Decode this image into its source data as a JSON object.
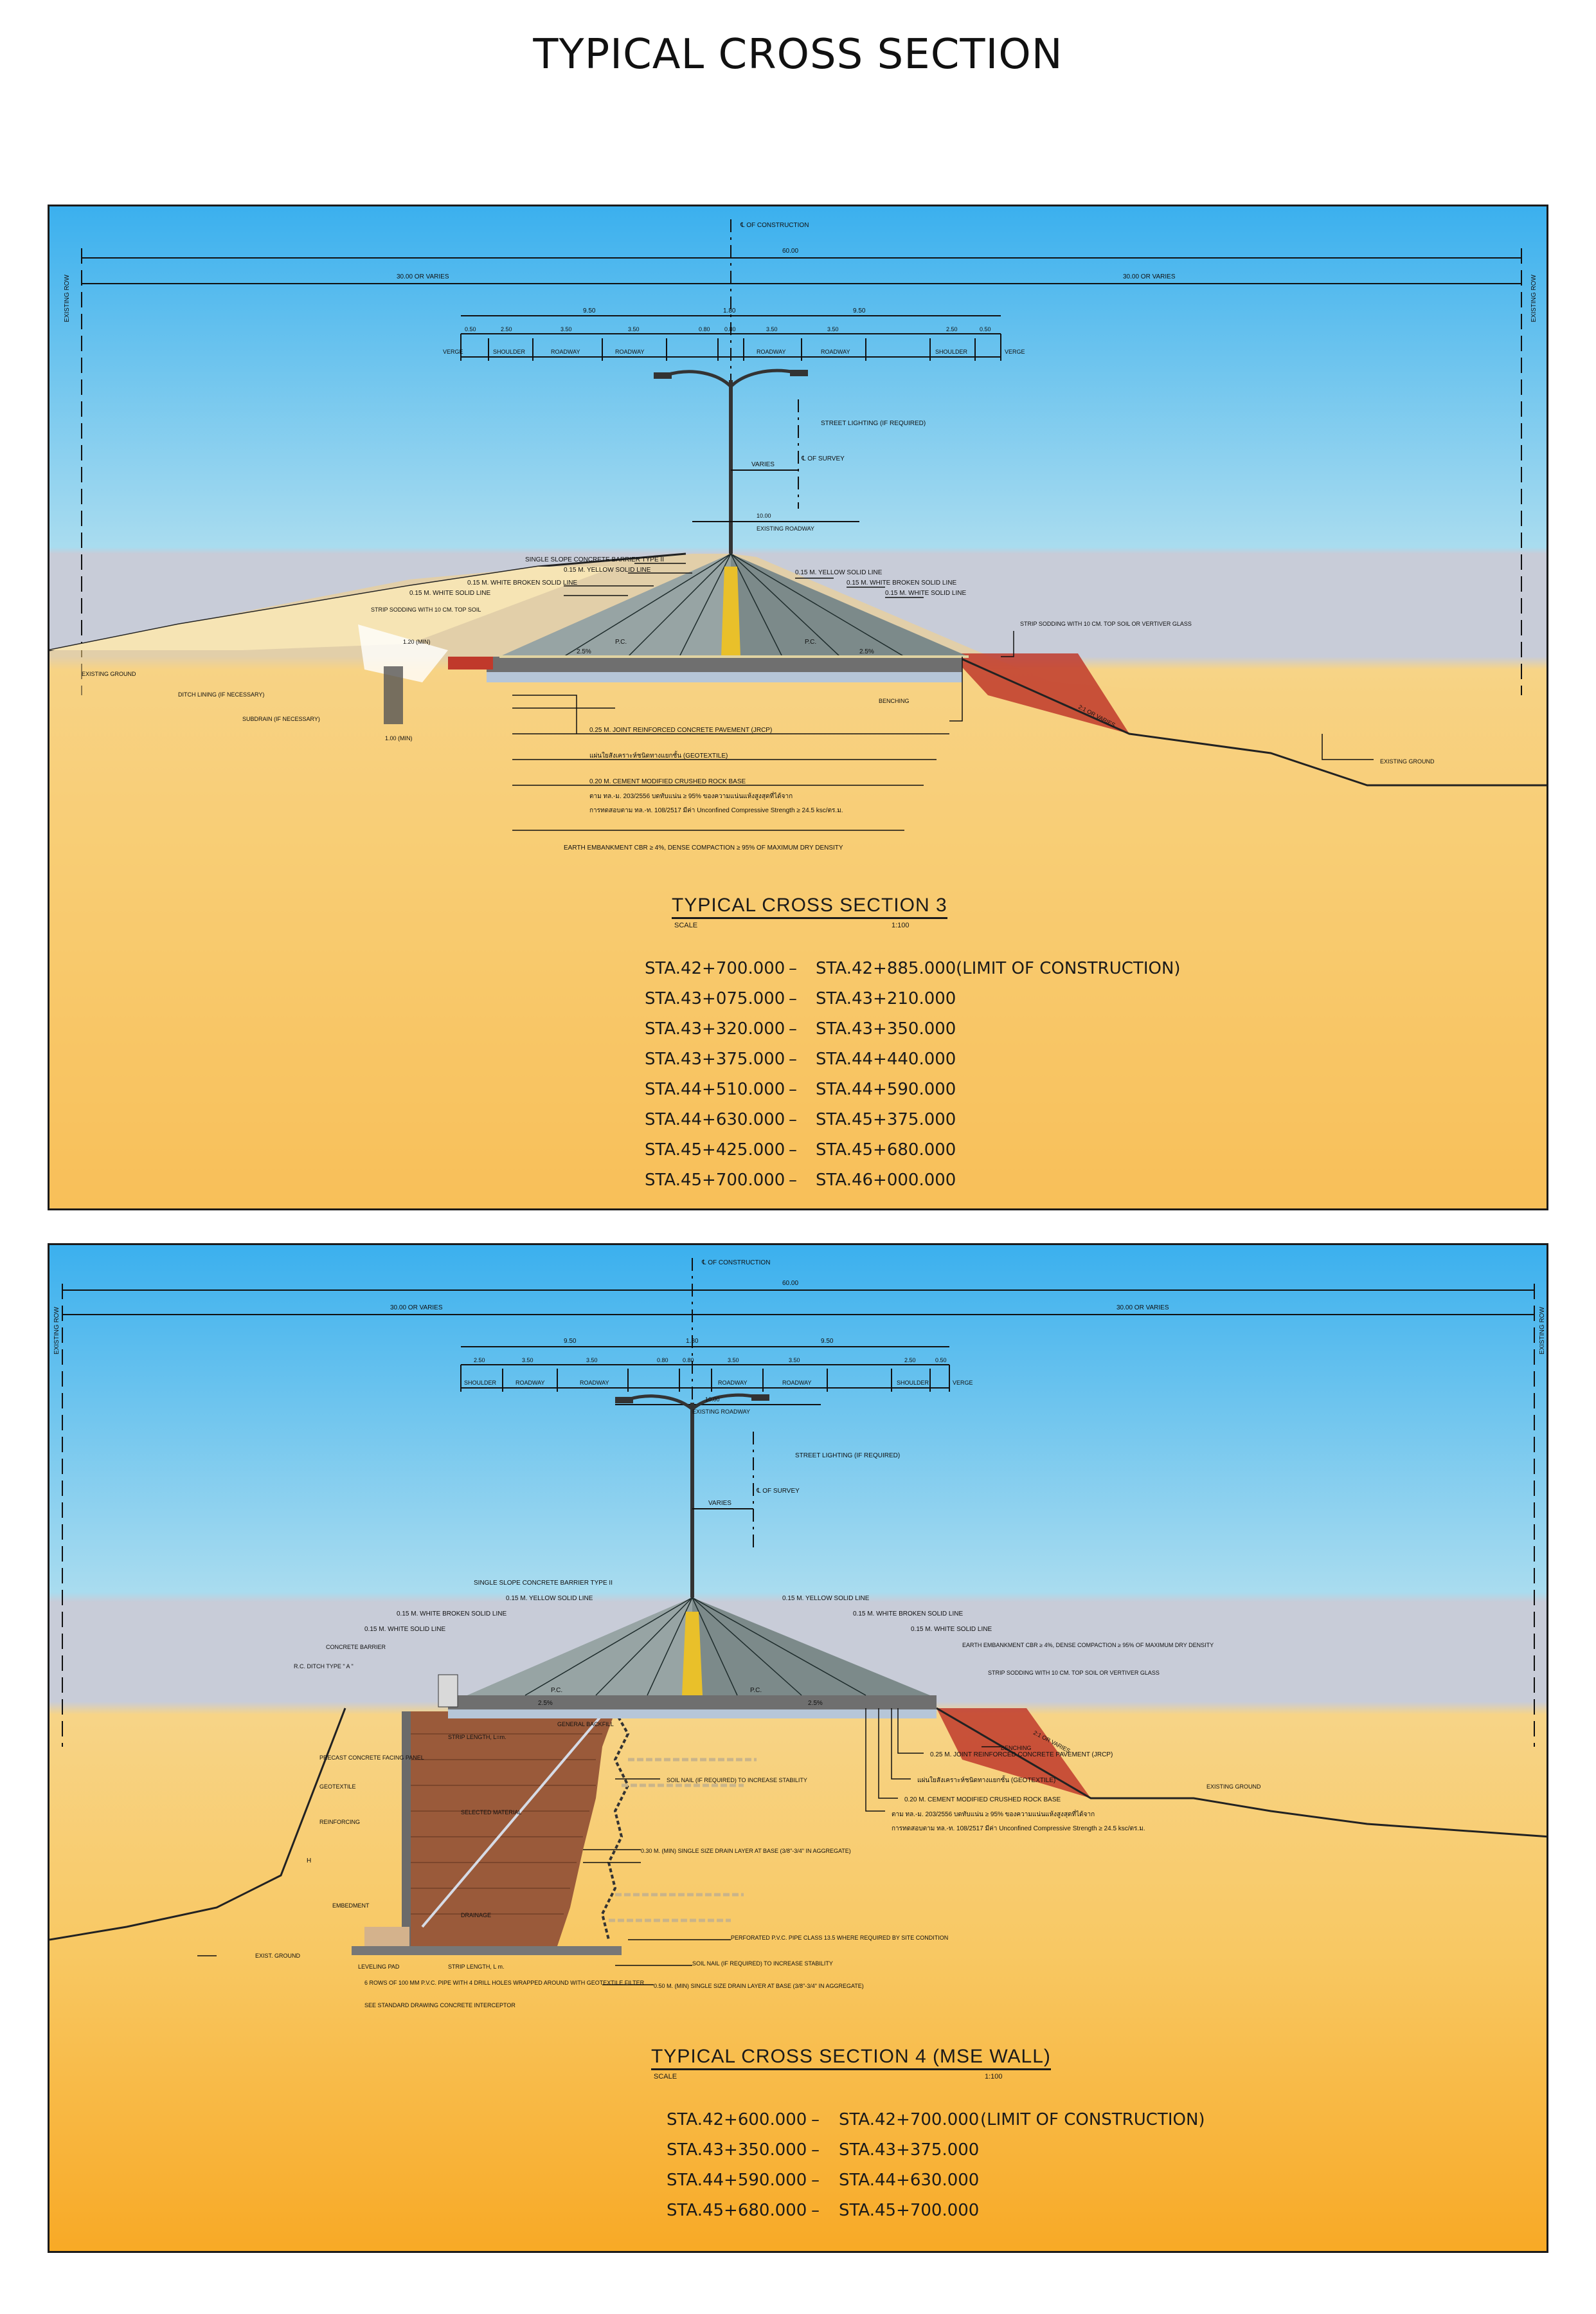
{
  "page": {
    "title": "TYPICAL CROSS SECTION"
  },
  "section3": {
    "title": "TYPICAL CROSS SECTION 3",
    "scale_label": "SCALE",
    "scale_value": "1:100",
    "top": {
      "centerline": "℄ OF CONSTRUCTION",
      "total_width": "60.00",
      "left_width": "30.00 OR VARIES",
      "right_width": "30.00 OR VARIES",
      "left_row": "EXISTING ROW",
      "right_row": "EXISTING ROW",
      "carriage_left": "9.50",
      "median": "1.80",
      "carriage_right": "9.50",
      "lane_dims": [
        "0.50",
        "2.50",
        "3.50",
        "3.50",
        "0.80",
        "0.80",
        "3.50",
        "3.50",
        "2.50",
        "0.50"
      ],
      "lane_names": [
        "VERGE",
        "SHOULDER",
        "ROADWAY",
        "ROADWAY",
        "ROADWAY",
        "ROADWAY",
        "SHOULDER",
        "VERGE"
      ]
    },
    "labels": {
      "street_lighting": "STREET LIGHTING (IF REQUIRED)",
      "survey": "℄ OF SURVEY",
      "varies": "VARIES",
      "existing_roadway_dim": "10.00",
      "existing_roadway": "EXISTING ROADWAY",
      "barrier": "SINGLE SLOPE CONCRETE BARRIER TYPE II",
      "yellow_left": "0.15 M. YELLOW SOLID LINE",
      "yellow_right": "0.15 M. YELLOW SOLID LINE",
      "white_broken_left": "0.15 M. WHITE BROKEN SOLID LINE",
      "white_broken_right": "0.15 M. WHITE BROKEN SOLID LINE",
      "white_solid_left": "0.15 M. WHITE SOLID LINE",
      "white_solid_right": "0.15 M. WHITE SOLID LINE",
      "strip_sodding_left": "STRIP SODDING WITH 10 CM. TOP SOIL",
      "strip_sodding_right": "STRIP SODDING WITH 10 CM. TOP SOIL OR VERTIVER GLASS",
      "slope_left": "1.20 (MIN)",
      "slope_right": "2:1 OR VARIES",
      "existing_ground": "EXISTING GROUND",
      "ditch_lining": "DITCH LINING (IF NECESSARY)",
      "subdrain": "SUBDRAIN (IF NECESSARY)",
      "benching": "BENCHING",
      "pc": "P.C.",
      "crossfall": "2.5%",
      "subdrain_dim": "1.00 (MIN)",
      "jrcp": "0.25 M. JOINT REINFORCED CONCRETE PAVEMENT (JRCP)",
      "geotextile": "แผ่นใยสังเคราะห์ชนิดทางแยกชั้น (GEOTEXTILE)",
      "cement_base": "0.20 M. CEMENT MODIFIED CRUSHED ROCK BASE",
      "spec1": "ตาม ทล.-ม. 203/2556 บดทับแน่น ≥ 95% ของความแน่นแห้งสูงสุดที่ได้จาก",
      "spec2": "การทดสอบตาม ทล.-ท. 108/2517 มีค่า Unconfined Compressive Strength ≥ 24.5 ksc/ตร.ม.",
      "embankment": "EARTH EMBANKMENT CBR ≥ 4%, DENSE COMPACTION ≥ 95% OF MAXIMUM DRY DENSITY"
    },
    "stations": [
      [
        "STA.42+700.000",
        "STA.42+885.000",
        "(LIMIT OF CONSTRUCTION)"
      ],
      [
        "STA.43+075.000",
        "STA.43+210.000",
        ""
      ],
      [
        "STA.43+320.000",
        "STA.43+350.000",
        ""
      ],
      [
        "STA.43+375.000",
        "STA.44+440.000",
        ""
      ],
      [
        "STA.44+510.000",
        "STA.44+590.000",
        ""
      ],
      [
        "STA.44+630.000",
        "STA.45+375.000",
        ""
      ],
      [
        "STA.45+425.000",
        "STA.45+680.000",
        ""
      ],
      [
        "STA.45+700.000",
        "STA.46+000.000",
        ""
      ]
    ],
    "station_dash": "–"
  },
  "section4": {
    "title": "TYPICAL CROSS SECTION 4 (MSE WALL)",
    "scale_label": "SCALE",
    "scale_value": "1:100",
    "top": {
      "centerline": "℄ OF CONSTRUCTION",
      "total_width": "60.00",
      "left_width": "30.00 OR VARIES",
      "right_width": "30.00 OR VARIES",
      "left_row": "EXISTING ROW",
      "right_row": "EXISTING ROW",
      "carriage_left": "9.50",
      "median": "1.80",
      "carriage_right": "9.50",
      "lane_dims": [
        "2.50",
        "3.50",
        "3.50",
        "0.80",
        "0.80",
        "3.50",
        "3.50",
        "2.50",
        "0.50"
      ],
      "lane_names": [
        "SHOULDER",
        "ROADWAY",
        "ROADWAY",
        "ROADWAY",
        "ROADWAY",
        "SHOULDER",
        "VERGE"
      ]
    },
    "labels": {
      "existing_roadway_dim": "10.00",
      "existing_roadway": "EXISTING ROADWAY",
      "street_lighting": "STREET LIGHTING (IF REQUIRED)",
      "survey": "℄ OF SURVEY",
      "varies": "VARIES",
      "barrier": "SINGLE SLOPE CONCRETE BARRIER TYPE II",
      "yellow_left": "0.15 M. YELLOW SOLID LINE",
      "yellow_right": "0.15 M. YELLOW SOLID LINE",
      "white_broken_left": "0.15 M. WHITE BROKEN SOLID LINE",
      "white_broken_right": "0.15 M. WHITE BROKEN SOLID LINE",
      "white_solid_left": "0.15 M. WHITE SOLID LINE",
      "white_solid_right": "0.15 M. WHITE SOLID LINE",
      "concrete_barrier": "CONCRETE BARRIER",
      "rc_ditch": "R.C. DITCH TYPE \" A \"",
      "embankment": "EARTH EMBANKMENT CBR ≥ 4%, DENSE COMPACTION ≥ 95% OF MAXIMUM DRY DENSITY",
      "strip_sodding": "STRIP SODDING WITH 10 CM. TOP SOIL OR VERTIVER GLASS",
      "slope": "2:1 OR VARIES",
      "benching": "BENCHING",
      "existing_ground_right": "EXISTING GROUND",
      "existing_ground_left": "EXIST. GROUND",
      "general_backfill": "GENERAL BACKFILL",
      "strip_length_top": "STRIP LENGTH, L=m.",
      "strip_length_bottom": "STRIP LENGTH, L m.",
      "facing_panel": "PRECAST CONCRETE FACING PANEL",
      "geotextile": "GEOTEXTILE",
      "reinforcing": "REINFORCING",
      "selected_material": "SELECTED MATERIAL",
      "drainage": "DRAINAGE",
      "embedment": "EMBEDMENT",
      "leveling_pad": "LEVELING PAD",
      "h": "H",
      "pc": "P.C.",
      "crossfall": "2.5%",
      "soil_nail_top": "SOIL NAIL (IF REQUIRED) TO INCREASE STABILITY",
      "drain_layer_top": "0.30 M. (MIN) SINGLE SIZE DRAIN LAYER AT BASE (3/8\"-3/4\" IN AGGREGATE)",
      "perforated_pipe": "PERFORATED P.V.C. PIPE CLASS 13.5 WHERE REQUIRED BY SITE CONDITION",
      "soil_nail_bottom": "SOIL NAIL (IF REQUIRED) TO INCREASE STABILITY",
      "drain_layer_bottom": "0.50 M. (MIN) SINGLE SIZE DRAIN LAYER AT BASE (3/8\"-3/4\" IN AGGREGATE)",
      "pvc_rows": "6 ROWS OF 100 MM P.V.C. PIPE WITH 4 DRILL HOLES WRAPPED AROUND WITH GEOTEXTILE FILTER",
      "std_drawing": "SEE STANDARD DRAWING CONCRETE INTERCEPTOR",
      "jrcp": "0.25 M. JOINT REINFORCED CONCRETE PAVEMENT (JRCP)",
      "geotextile_th": "แผ่นใยสังเคราะห์ชนิดทางแยกชั้น (GEOTEXTILE)",
      "cement_base": "0.20 M. CEMENT MODIFIED CRUSHED ROCK BASE",
      "spec1": "ตาม ทล.-ม. 203/2556 บดทับแน่น ≥ 95% ของความแน่นแห้งสูงสุดที่ได้จาก",
      "spec2": "การทดสอบตาม ทล.-ท. 108/2517 มีค่า Unconfined Compressive Strength ≥ 24.5 ksc/ตร.ม."
    },
    "stations": [
      [
        "STA.42+600.000",
        "STA.42+700.000",
        "(LIMIT OF CONSTRUCTION)"
      ],
      [
        "STA.43+350.000",
        "STA.43+375.000",
        ""
      ],
      [
        "STA.44+590.000",
        "STA.44+630.000",
        ""
      ],
      [
        "STA.45+680.000",
        "STA.45+700.000",
        ""
      ]
    ],
    "station_dash": "–"
  }
}
